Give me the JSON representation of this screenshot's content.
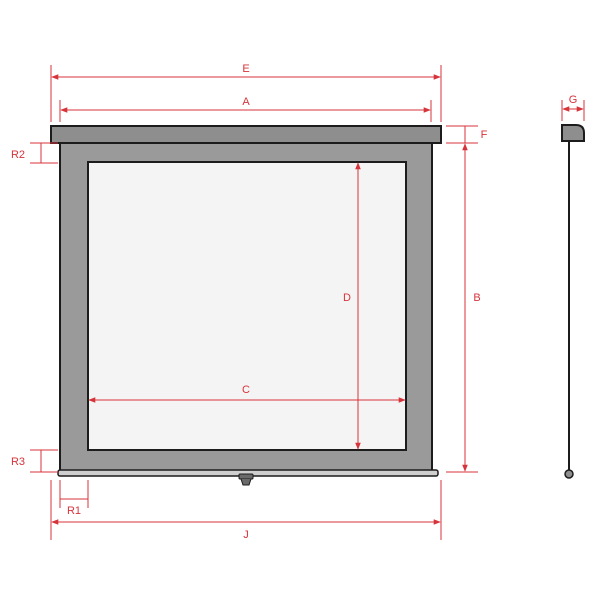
{
  "colors": {
    "dimension": "#d7333a",
    "outline": "#1c1c1c",
    "housing": "#8e8e8e",
    "border": "#a6a6a6",
    "surface": "#f4f4f4"
  },
  "labels": {
    "E": "E",
    "A": "A",
    "F": "F",
    "G": "G",
    "R2": "R2",
    "D": "D",
    "B": "B",
    "C": "C",
    "R3": "R3",
    "R1": "R1",
    "J": "J"
  }
}
